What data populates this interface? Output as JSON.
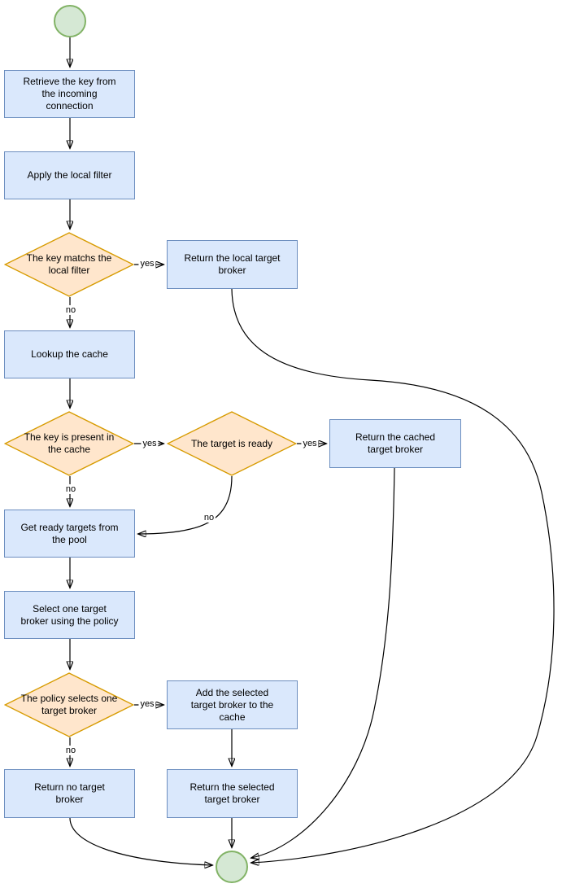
{
  "diagram": {
    "nodes": {
      "start": {
        "type": "start-terminal"
      },
      "retrieve_key": {
        "label": "Retrieve the key from\nthe incoming\nconnection"
      },
      "apply_filter": {
        "label": "Apply the local filter"
      },
      "key_matches": {
        "label": "The key matchs the\nlocal filter"
      },
      "return_local": {
        "label": "Return the local target\nbroker"
      },
      "lookup_cache": {
        "label": "Lookup the cache"
      },
      "key_present": {
        "label": "The key is present in\nthe cache"
      },
      "target_ready": {
        "label": "The target is ready"
      },
      "return_cached": {
        "label": "Return the cached\ntarget broker"
      },
      "get_ready_targets": {
        "label": "Get ready targets from\nthe pool"
      },
      "select_broker": {
        "label": "Select one target\nbroker using the policy"
      },
      "policy_selects": {
        "label": "The policy selects one\ntarget broker"
      },
      "add_to_cache": {
        "label": "Add the selected\ntarget broker to the\ncache"
      },
      "return_no": {
        "label": "Return no target\nbroker"
      },
      "return_selected": {
        "label": "Return the selected\ntarget broker"
      },
      "end": {
        "type": "end-terminal"
      }
    },
    "edge_labels": {
      "key_matches_yes": "yes",
      "key_matches_no": "no",
      "key_present_yes": "yes",
      "key_present_no": "no",
      "target_ready_yes": "yes",
      "target_ready_no": "no",
      "policy_selects_yes": "yes",
      "policy_selects_no": "no"
    },
    "colors": {
      "process_fill": "#dae8fc",
      "process_stroke": "#6c8ebf",
      "decision_fill": "#ffe6cc",
      "decision_stroke": "#d79b00",
      "terminal_fill": "#d5e8d4",
      "terminal_stroke": "#82b366",
      "connector": "#000000",
      "label_text": "#000000"
    }
  }
}
